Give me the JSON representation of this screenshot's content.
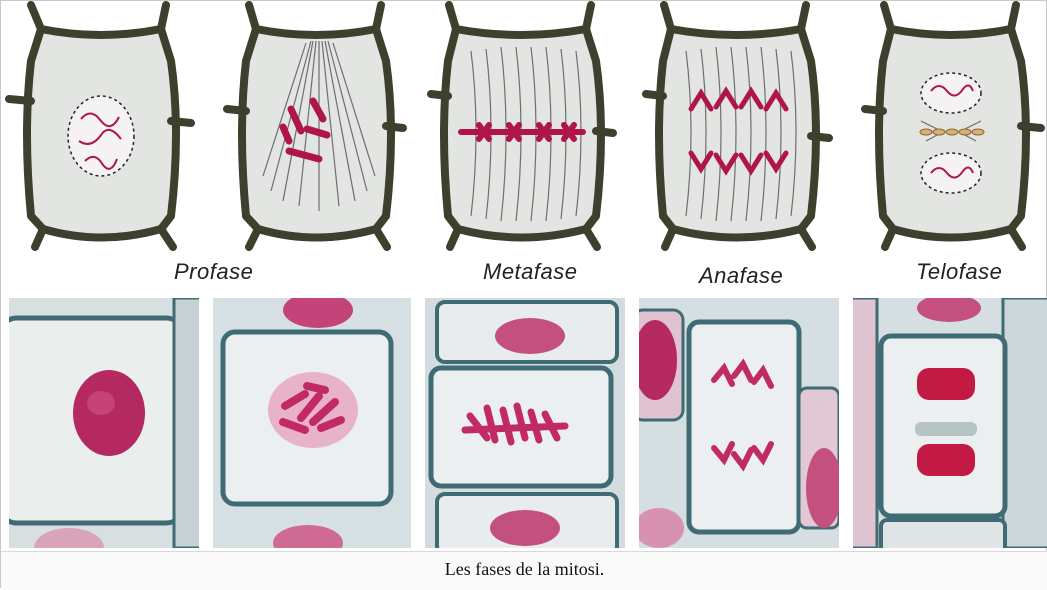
{
  "figure": {
    "caption": "Les fases de la mitosi.",
    "phases": [
      "Profase",
      "Metafase",
      "Anafase",
      "Telofase"
    ]
  },
  "colors": {
    "cell_wall": "#3f3f2e",
    "cell_fill": "#e3e5e2",
    "chromosome": "#b0154a",
    "spindle": "#6e6e6e",
    "photo_stain": "#c22a66",
    "photo_wall": "#3f6b75"
  }
}
